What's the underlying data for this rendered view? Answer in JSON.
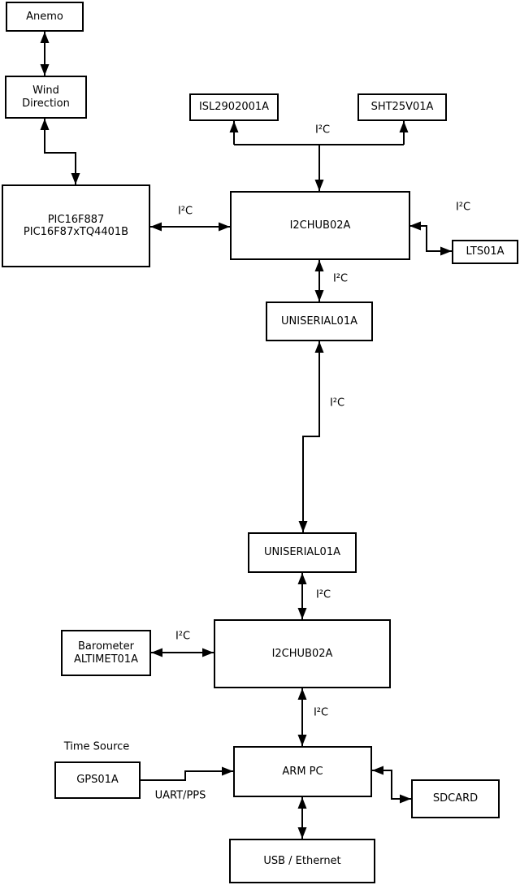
{
  "colors": {
    "background": "#ffffff",
    "box_fill": "#ffffff",
    "line": "#000000",
    "text": "#000000"
  },
  "diagram": {
    "nodes": {
      "anemo": {
        "label": "Anemo"
      },
      "wind_direction": {
        "label": "Wind\nDirection"
      },
      "pic": {
        "label": "PIC16F887\nPIC16F87xTQ4401B"
      },
      "isl": {
        "label": "ISL2902001A"
      },
      "sht": {
        "label": "SHT25V01A"
      },
      "i2chub_1": {
        "label": "I2CHUB02A"
      },
      "lts": {
        "label": "LTS01A"
      },
      "uniserial_1": {
        "label": "UNISERIAL01A"
      },
      "uniserial_2": {
        "label": "UNISERIAL01A"
      },
      "i2chub_2": {
        "label": "I2CHUB02A"
      },
      "barometer": {
        "label": "Barometer\nALTIMET01A"
      },
      "gps": {
        "label": "GPS01A"
      },
      "arm_pc": {
        "label": "ARM PC"
      },
      "sdcard": {
        "label": "SDCARD"
      },
      "usb_ethernet": {
        "label": "USB / Ethernet"
      }
    },
    "edge_labels": {
      "sensors_i2c": "I²C",
      "pic_i2c": "I²C",
      "lts_i2c": "I²C",
      "hub1_uniserial_i2c": "I²C",
      "uniserial_link_i2c": "I²C",
      "uniserial2_hub2_i2c": "I²C",
      "barometer_i2c": "I²C",
      "hub2_armpc_i2c": "I²C",
      "uart_pps": "UART/PPS",
      "time_source": "Time Source"
    },
    "edges": [
      {
        "from": "Anemo",
        "to": "Wind Direction",
        "direction": "both",
        "label": ""
      },
      {
        "from": "Wind Direction",
        "to": "PIC16F887 PIC16F87xTQ4401B",
        "direction": "both",
        "label": ""
      },
      {
        "from": "PIC16F887 PIC16F87xTQ4401B",
        "to": "I2CHUB02A (upper)",
        "direction": "both",
        "label": "I²C"
      },
      {
        "from": "I2CHUB02A (upper)",
        "to": "ISL2902001A",
        "direction": "to",
        "label": "I²C"
      },
      {
        "from": "I2CHUB02A (upper)",
        "to": "SHT25V01A",
        "direction": "to",
        "label": "I²C"
      },
      {
        "from": "I2CHUB02A (upper)",
        "to": "LTS01A",
        "direction": "both",
        "label": "I²C"
      },
      {
        "from": "I2CHUB02A (upper)",
        "to": "UNISERIAL01A (upper)",
        "direction": "both",
        "label": "I²C"
      },
      {
        "from": "UNISERIAL01A (upper)",
        "to": "UNISERIAL01A (lower)",
        "direction": "both",
        "label": "I²C"
      },
      {
        "from": "UNISERIAL01A (lower)",
        "to": "I2CHUB02A (lower)",
        "direction": "both",
        "label": "I²C"
      },
      {
        "from": "Barometer ALTIMET01A",
        "to": "I2CHUB02A (lower)",
        "direction": "both",
        "label": "I²C"
      },
      {
        "from": "I2CHUB02A (lower)",
        "to": "ARM PC",
        "direction": "both",
        "label": "I²C"
      },
      {
        "from": "GPS01A",
        "to": "ARM PC",
        "direction": "to",
        "label": "UART/PPS"
      },
      {
        "from": "ARM PC",
        "to": "SDCARD",
        "direction": "both",
        "label": ""
      },
      {
        "from": "ARM PC",
        "to": "USB / Ethernet",
        "direction": "both",
        "label": ""
      }
    ]
  }
}
